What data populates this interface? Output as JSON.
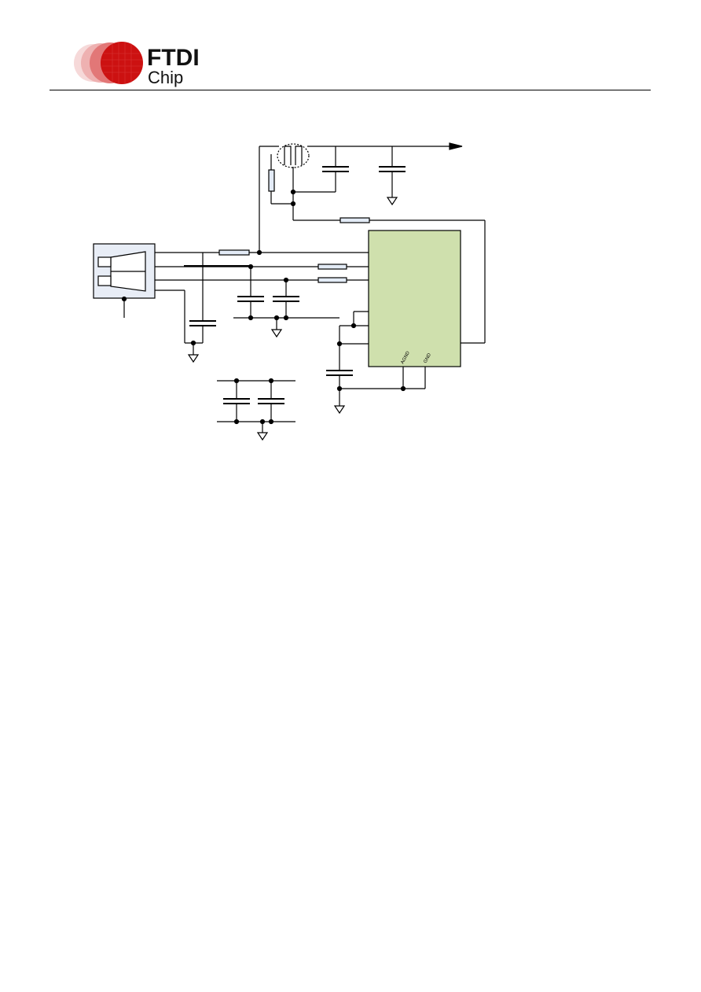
{
  "header": {
    "logo": {
      "line1": "FTDI",
      "line2": "Chip"
    }
  },
  "schematic": {
    "pin_labels": {
      "agnd": "AGND",
      "gnd": "GND"
    },
    "colors": {
      "ic_body": "#cfe0ad",
      "connector_body": "#e8edf6",
      "resistor_fill": "#e3ebf6",
      "wire": "#000000",
      "logo_red": "#cc1111"
    }
  }
}
